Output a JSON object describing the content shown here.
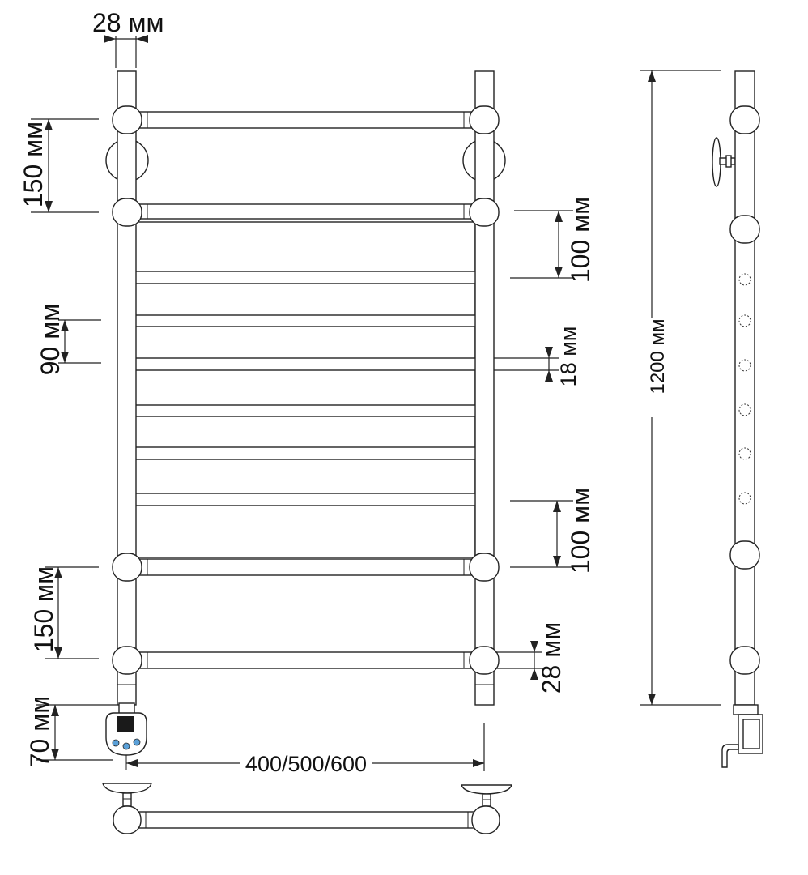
{
  "dimensions": {
    "tube_width_top": "28 мм",
    "upper_round_bar_spacing": "150 мм",
    "flat_bar_pitch": "90 мм",
    "lower_round_bar_spacing": "150 мм",
    "heater_offset": "70 мм",
    "upper_gap_right": "100 мм",
    "flat_bar_gap": "18 мм",
    "lower_gap_right": "100 мм",
    "round_bar_diameter": "28 мм",
    "width_options": "400/500/600",
    "total_height": "1200 мм"
  },
  "colors": {
    "line": "#222222",
    "heater_display": "#1a1a1a",
    "heater_buttons": "#5aa0d8"
  }
}
